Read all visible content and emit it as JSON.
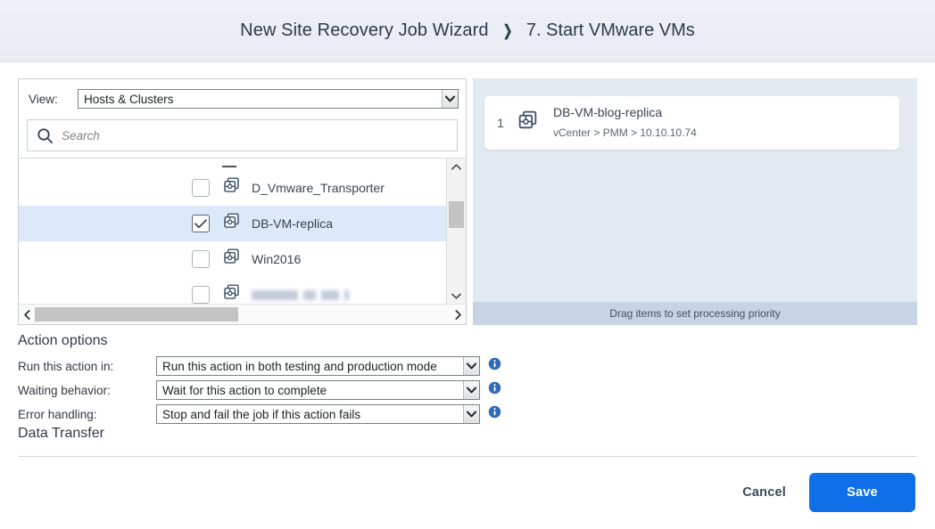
{
  "header": {
    "title": "New Site Recovery Job Wizard",
    "separator": "❯",
    "step": "7. Start VMware VMs"
  },
  "selector": {
    "view_label": "View:",
    "view_value": "Hosts & Clusters",
    "search_placeholder": "Search",
    "search_value": "",
    "search_icon": "search-icon",
    "tree_items": [
      {
        "label": "D_Vmware_Transporter",
        "checked": false,
        "icon": "vm-icon",
        "redacted": false
      },
      {
        "label": "DB-VM-replica",
        "checked": true,
        "icon": "vm-icon",
        "redacted": false
      },
      {
        "label": "Win2016",
        "checked": false,
        "icon": "vm-icon",
        "redacted": false
      },
      {
        "label": "",
        "checked": false,
        "icon": "vm-icon",
        "redacted": true
      }
    ]
  },
  "priority": {
    "items": [
      {
        "index": "1",
        "name": "DB-VM-blog-replica",
        "path": "vCenter > PMM > 10.10.10.74",
        "icon": "vm-icon"
      }
    ],
    "drag_hint": "Drag items to set processing priority"
  },
  "action_options": {
    "section_title": "Action options",
    "rows": [
      {
        "label": "Run this action in:",
        "value": "Run this action in both testing and production mode",
        "info_icon": "info-icon"
      },
      {
        "label": "Waiting behavior:",
        "value": "Wait for this action to complete",
        "info_icon": "info-icon"
      },
      {
        "label": "Error handling:",
        "value": "Stop and fail the job if this action fails",
        "info_icon": "info-icon"
      }
    ],
    "subsection_title": "Data Transfer"
  },
  "footer": {
    "cancel_label": "Cancel",
    "save_label": "Save"
  },
  "colors": {
    "accent_blue": "#0f6fe8",
    "panel_blue": "#e4eaf2",
    "selection_blue": "#dce9f8",
    "drag_hint_bar": "#c6d4e4",
    "header_bg": "#eaeef4",
    "icon_navy": "#3d5068"
  }
}
